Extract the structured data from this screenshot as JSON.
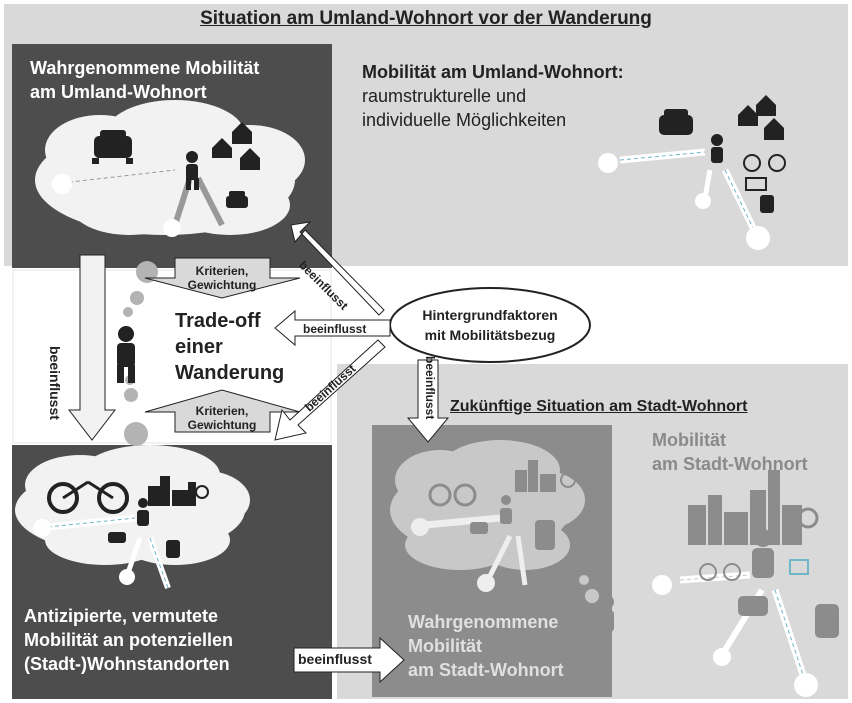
{
  "title": "Situation am Umland-Wohnort vor der Wanderung",
  "panels": {
    "perceived_umland": [
      "Wahrgenommene Mobilität",
      "am Umland-Wohnort"
    ],
    "mobility_umland_title": "Mobilität am Umland-Wohnort:",
    "mobility_umland_sub": [
      "raumstrukturelle und",
      "individuelle Möglichkeiten"
    ],
    "trade_off": [
      "Trade-off",
      "einer",
      "Wanderung"
    ],
    "criteria_top": [
      "Kriterien,",
      "Gewichtung"
    ],
    "criteria_bottom": [
      "Kriterien,",
      "Gewichtung"
    ],
    "hintergrund": [
      "Hintergrundfaktoren",
      "mit Mobilitätsbezug"
    ],
    "future_title": "Zukünftige Situation am Stadt-Wohnort",
    "mobility_stadt": [
      "Mobilität",
      "am Stadt-Wohnort"
    ],
    "perceived_stadt": [
      "Wahrgenommene",
      "Mobilität",
      "am Stadt-Wohnort"
    ],
    "anticipated": [
      "Antizipierte, vermutete",
      "Mobilität an potenziellen",
      "(Stadt-)Wohnstandorten"
    ]
  },
  "arrows": {
    "vertical_left": "beeinflusst",
    "diag_up": "beeinflusst",
    "horiz_mid": "beeinflusst",
    "diag_down": "beeinflusst",
    "vertical_down": "beeinflusst",
    "bottom": "beeinflusst"
  },
  "colors": {
    "dark_panel": "#4d4d4d",
    "light_panel": "#d9d9d9",
    "mid_panel": "#8c8c8c"
  }
}
